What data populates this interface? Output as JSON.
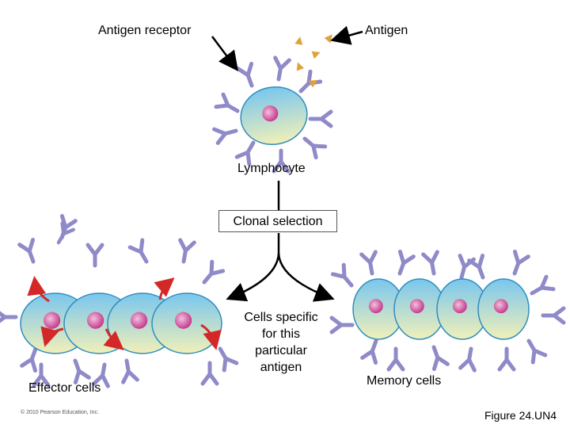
{
  "labels": {
    "antigen_receptor": "Antigen receptor",
    "antigen": "Antigen",
    "lymphocyte": "Lymphocyte",
    "clonal_selection": "Clonal selection",
    "cells_specific": [
      "Cells specific",
      "for this",
      "particular",
      "antigen"
    ],
    "effector_cells": "Effector cells",
    "memory_cells": "Memory cells",
    "copyright": "© 2010 Pearson Education, Inc.",
    "figure": "Figure 24.UN4"
  },
  "colors": {
    "receptor": "#8f8ac8",
    "cell_top": "#79c6ee",
    "cell_bottom": "#f1f0b8",
    "cell_outline": "#2f8dc0",
    "nucleus": "#c43c8e",
    "antigen": "#e0a13a",
    "red_arrow": "#d42828"
  }
}
